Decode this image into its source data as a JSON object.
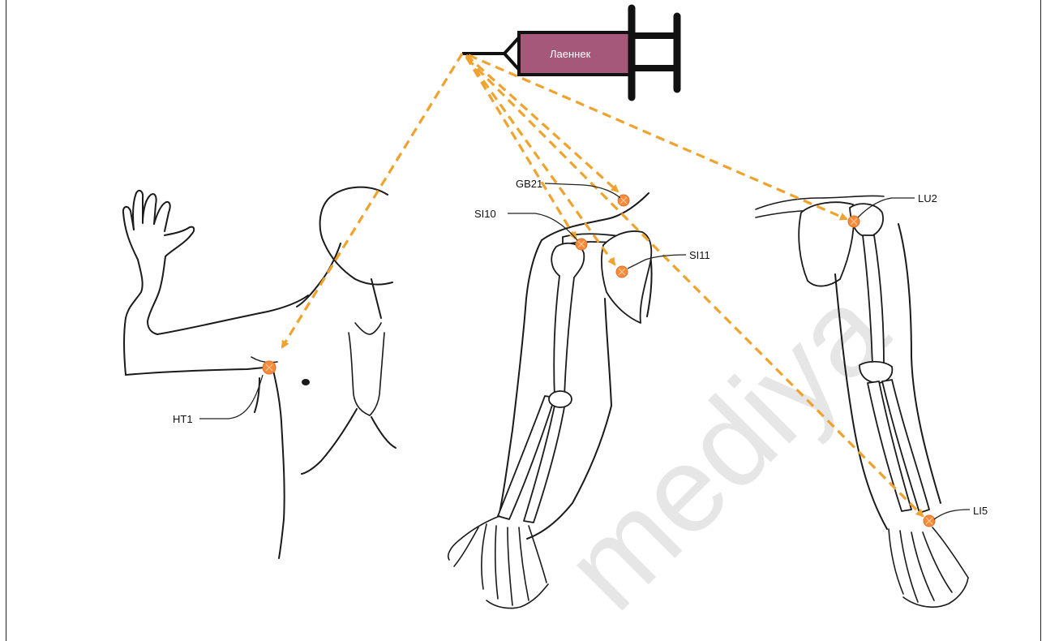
{
  "syringe": {
    "label": "Лаеннек",
    "barrel_color": "#a5587a"
  },
  "arrow_color": "#f0a22e",
  "point_color": "#f58a3a",
  "points": {
    "ht1": "HT1",
    "gb21": "GB21",
    "si10": "SI10",
    "si11": "SI11",
    "lu2": "LU2",
    "li5": "LI5"
  },
  "watermark": "mediya"
}
